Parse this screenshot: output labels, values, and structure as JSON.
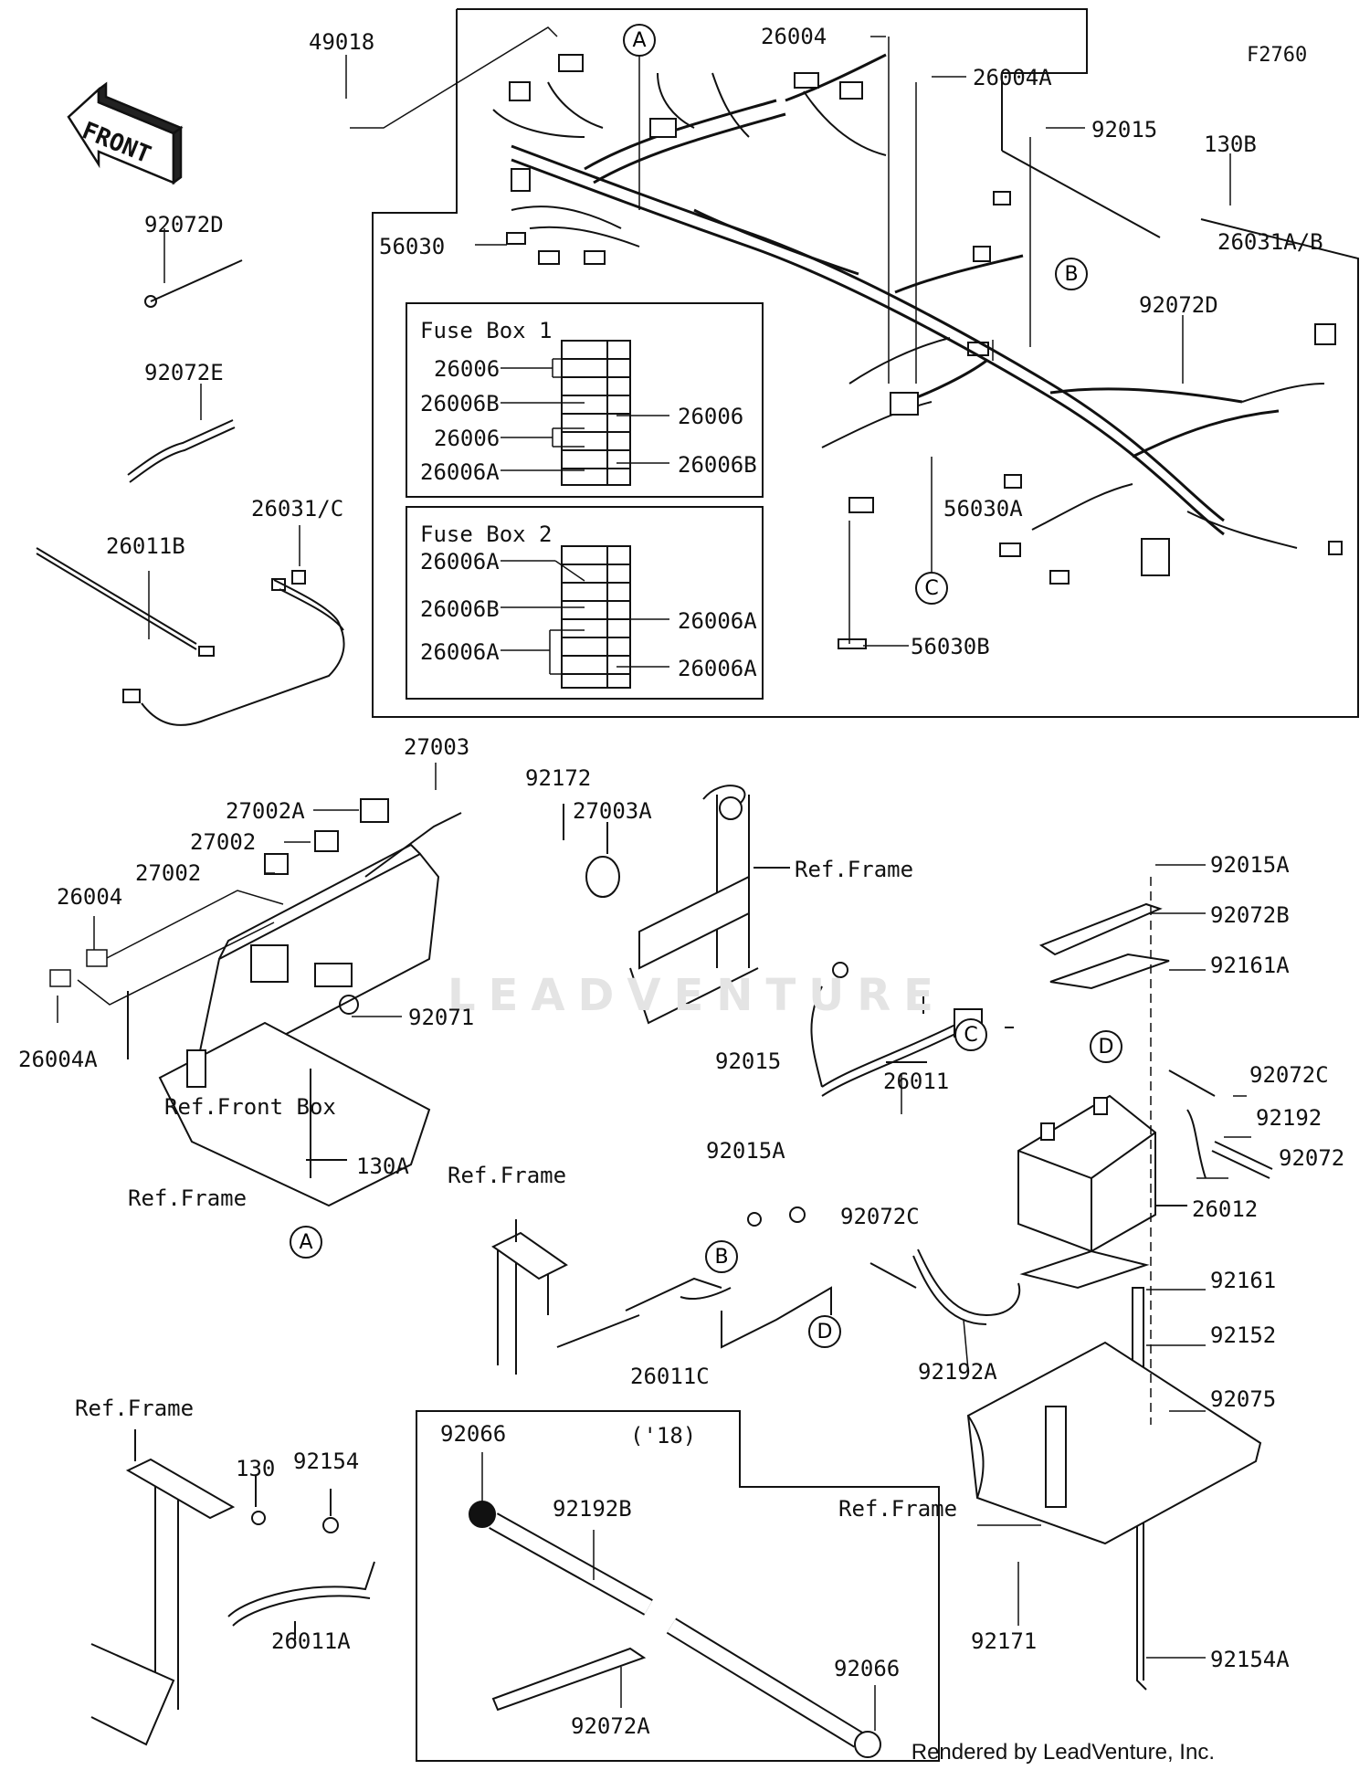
{
  "diagram_id": "F2760",
  "front_label": "FRONT",
  "watermark": "LEADVENTURE",
  "credit": "Rendered by LeadVenture, Inc.",
  "callouts": {
    "a1": "A",
    "a2": "A",
    "b1": "B",
    "b2": "B",
    "c1": "C",
    "c2": "C",
    "d1": "D",
    "d2": "D"
  },
  "fuse_box_1": {
    "title": "Fuse Box 1",
    "left": [
      "26006",
      "26006B",
      "26006",
      "26006A"
    ],
    "right": [
      "26006",
      "26006B"
    ]
  },
  "fuse_box_2": {
    "title": "Fuse Box 2",
    "left": [
      "26006A",
      "26006B",
      "26006A"
    ],
    "right": [
      "26006A",
      "26006A"
    ]
  },
  "variant_note": "('18)",
  "refs": {
    "front_box": "Ref.Front Box",
    "frame_1": "Ref.Frame",
    "frame_2": "Ref.Frame",
    "frame_3": "Ref.Frame",
    "frame_4": "Ref.Frame",
    "frame_5": "Ref.Frame"
  },
  "parts": {
    "p49018": "49018",
    "p26004_top": "26004",
    "p26004A_top": "26004A",
    "p92015_top": "92015",
    "p130B": "130B",
    "p26031AB": "26031A/B",
    "p92072D_right": "92072D",
    "p56030": "56030",
    "p56030A": "56030A",
    "p56030B": "56030B",
    "p92072D_left": "92072D",
    "p92072E": "92072E",
    "p26011B": "26011B",
    "p26031C": "26031/C",
    "p27003": "27003",
    "p27002A": "27002A",
    "p27002_a": "27002",
    "p27002_b": "27002",
    "p26004_mid": "26004",
    "p26004A_mid": "26004A",
    "p92071": "92071",
    "p92172": "92172",
    "p27003A": "27003A",
    "p92015A_top": "92015A",
    "p92072B": "92072B",
    "p92161A": "92161A",
    "p92015_mid": "92015",
    "p26011": "26011",
    "p92015A_mid": "92015A",
    "p92072C_right": "92072C",
    "p92192": "92192",
    "p92072": "92072",
    "p26012": "26012",
    "p92072C_mid": "92072C",
    "p92161": "92161",
    "p92192A": "92192A",
    "p130A": "130A",
    "p26011C": "26011C",
    "p92152": "92152",
    "p92075": "92075",
    "p130": "130",
    "p92154": "92154",
    "p26011A": "26011A",
    "p92066_top": "92066",
    "p92192B": "92192B",
    "p92066_bot": "92066",
    "p92072A": "92072A",
    "p92171": "92171",
    "p92154A": "92154A"
  }
}
